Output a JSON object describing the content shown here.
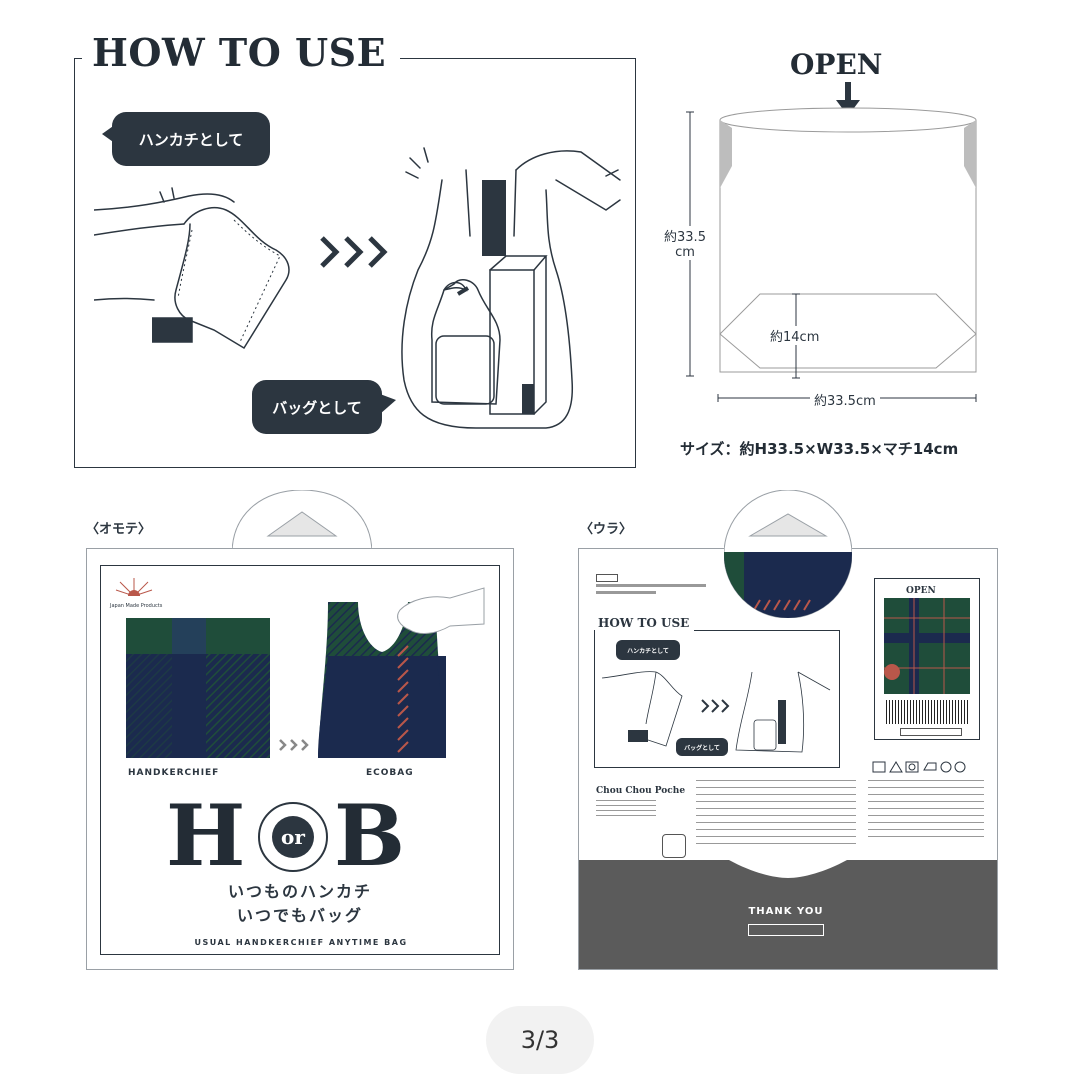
{
  "howto": {
    "title": "HOW TO USE",
    "bubble_handkerchief": "ハンカチとして",
    "bubble_bag": "バッグとして"
  },
  "diagram": {
    "open_label": "OPEN",
    "height_label_line1": "約33.5",
    "height_label_line2": "cm",
    "gusset_label": "約14cm",
    "width_label": "約33.5cm",
    "size_text": "サイズ：約H33.5×W33.5×マチ14cm"
  },
  "front": {
    "label": "〈オモテ〉",
    "handkerchief": "HANDKERCHIEF",
    "ecobag": "ECOBAG",
    "letter_h": "H",
    "letter_or": "or",
    "letter_b": "B",
    "jp_line1": "いつものハンカチ",
    "jp_line2": "いつでもバッグ",
    "tagline": "USUAL HANDKERCHIEF ANYTIME BAG",
    "japan_made": "Japan Made Products"
  },
  "back": {
    "label": "〈ウラ〉",
    "howto_title": "HOW TO USE",
    "bubble_handkerchief": "ハンカチとして",
    "bubble_bag": "バッグとして",
    "open_label": "OPEN",
    "brand": "Chou Chou Poche",
    "thank_you": "THANK YOU"
  },
  "pager": {
    "text": "3/3"
  },
  "colors": {
    "navy": "#1b2a4e",
    "green": "#1f4d3a",
    "dark": "#2c3640",
    "gray_band": "#5b5b5b",
    "stripe_red": "#b9574a"
  }
}
